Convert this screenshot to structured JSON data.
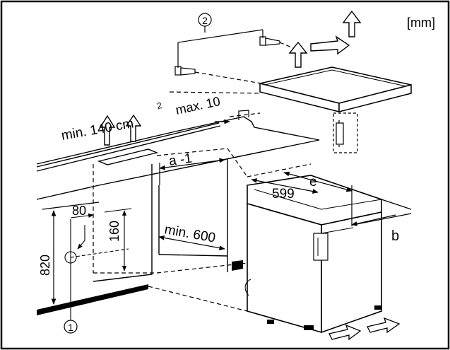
{
  "diagram": {
    "unit_label": "[mm]",
    "labels": {
      "callout_1": "1",
      "callout_2": "2",
      "vent_area": "min. 140 cm",
      "vent_area_exp": "2",
      "max_gap": "max. 10",
      "a_minus_1": "a -1",
      "e": "e",
      "width_599": "599",
      "depth_b": "b",
      "dim_80": "80",
      "dim_160": "160",
      "dim_820": "820",
      "min_600": "min. 600"
    },
    "colors": {
      "line": "#000000",
      "background": "#ffffff",
      "frame": "#000000"
    }
  }
}
